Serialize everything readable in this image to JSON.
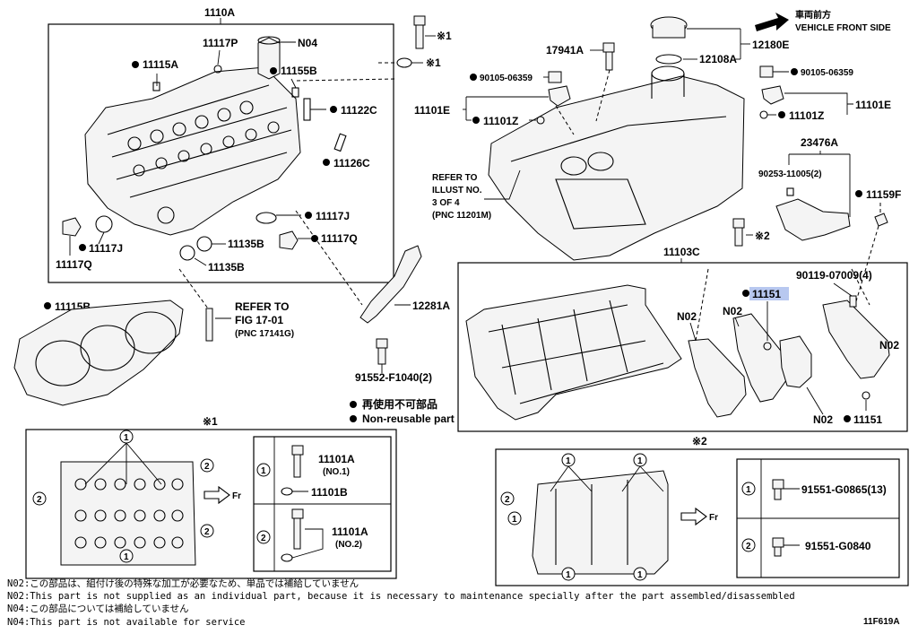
{
  "labels": {
    "head_assembly": "1110A",
    "n04": "N04",
    "p11117p": "11117P",
    "p11115a": "11115A",
    "p11155b": "11155B",
    "p11122c": "11122C",
    "p11126c": "11126C",
    "p11117j_r": "11117J",
    "p11117q_r": "11117Q",
    "p11135b_a": "11135B",
    "p11135b_b": "11135B",
    "p11117j_l": "11117J",
    "p11117q_l": "11117Q",
    "ref1": "※1",
    "ref1b": "※1",
    "p17941a": "17941A",
    "p12108a": "12108A",
    "p12180e": "12180E",
    "front_jp": "車両前方",
    "front_en": "VEHICLE FRONT SIDE",
    "p90105_l": "90105-06359",
    "p11101e_l": "11101E",
    "p11101z_l": "11101Z",
    "p90105_r": "90105-06359",
    "p11101e_r": "11101E",
    "p11101z_r": "11101Z",
    "refer_a1": "REFER TO",
    "refer_a2": "ILLUST NO.",
    "refer_a3": "3 OF 4",
    "refer_a4": "(PNC 11201M)",
    "p23476a": "23476A",
    "p90253": "90253-11005(2)",
    "p11159f": "11159F",
    "ref2": "※2",
    "p11103c": "11103C",
    "p90119": "90119-07009(4)",
    "p11151_hl": "11151",
    "n02_a": "N02",
    "n02_b": "N02",
    "n02_c": "N02",
    "n02_d": "N02",
    "p11151_b": "11151",
    "p11115b": "11115B",
    "refer_b1": "REFER TO",
    "refer_b2": "FIG 17-01",
    "refer_b3": "(PNC 17141G)",
    "p12281a": "12281A",
    "p91552": "91552-F1040(2)",
    "legend_jp": "再使用不可部品",
    "legend_en": "Non-reusable part",
    "sub1_title": "※1",
    "sub2_title": "※2",
    "fr1": "Fr",
    "fr2": "Fr",
    "t1_no1": "1",
    "t1_p1": "11101A",
    "t1_p1s": "(NO.1)",
    "t1_p1b": "11101B",
    "t1_no2": "2",
    "t1_p2": "11101A",
    "t1_p2s": "(NO.2)",
    "t2_no1": "1",
    "t2_p1": "91551-G0865(13)",
    "t2_no2": "2",
    "t2_p2": "91551-G0840",
    "figure_id": "11F619A"
  },
  "notes": [
    "N02:この部品は、組付け後の特殊な加工が必要なため、単品では補給していません",
    "N02:This part is not supplied as an individual part, because it is necessary to maintenance specially after the part assembled/disassembled",
    "N04:この部品については補給していません",
    "N04:This part is not available for service"
  ],
  "colors": {
    "highlight": "#b8c8f0",
    "line": "#000000"
  }
}
